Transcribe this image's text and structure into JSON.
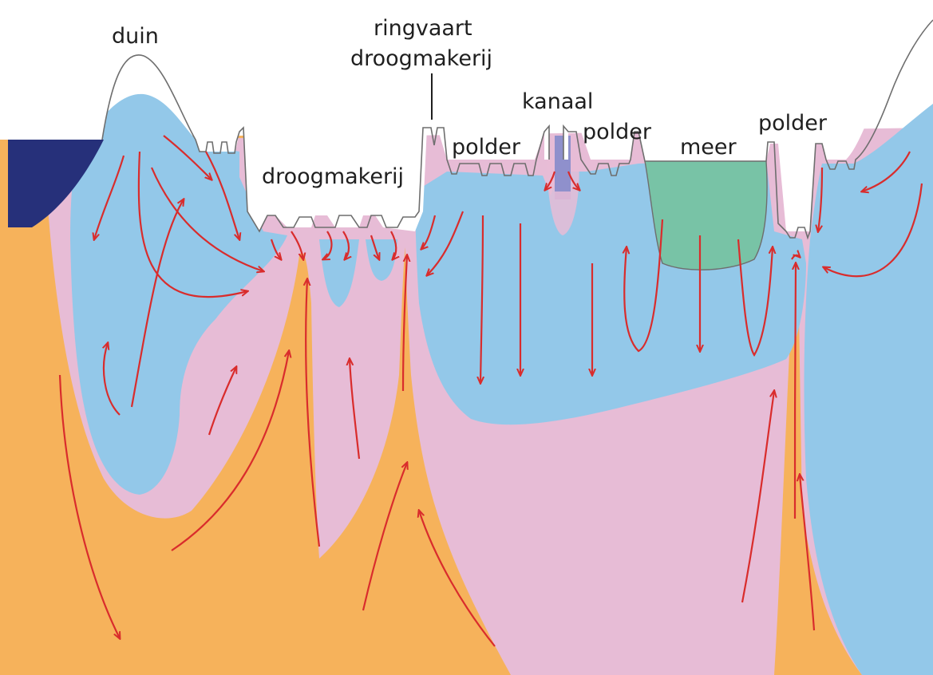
{
  "labels": {
    "duin": "duin",
    "ringvaart_line1": "ringvaart",
    "ringvaart_line2": "droogmakerij",
    "kanaal": "kanaal",
    "droogmakerij": "droogmakerij",
    "polder_1": "polder",
    "polder_2": "polder",
    "meer": "meer",
    "polder_3": "polder"
  },
  "colors": {
    "sea": "#26307a",
    "fresh_groundwater": "#93c8e9",
    "brackish_groundwater": "#e7bcd6",
    "saline_groundwater": "#f6b25b",
    "lake": "#78c3a6",
    "canal": "#8f90cc",
    "flow_arrow": "#d92c2c",
    "surface_line": "#6e6e6e"
  },
  "icons": {
    "flow": "arrow-icon"
  }
}
